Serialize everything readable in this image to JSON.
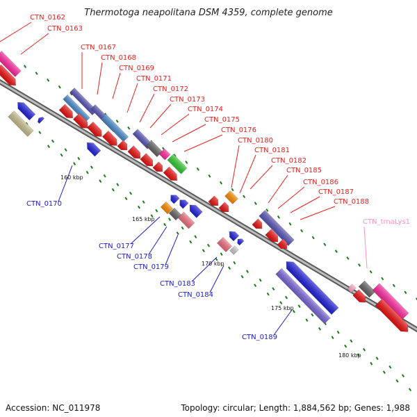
{
  "title": "Thermotoga neapolitana DSM 4359, complete genome",
  "footer": {
    "accession": "Accession: NC_011978",
    "summary": "Topology: circular; Length: 1,884,562 bp; Genes: 1,988"
  },
  "scale_labels": [
    "160 kbp",
    "165 kbp",
    "170 kbp",
    "175 kbp",
    "180 kbp"
  ],
  "genes_upper": [
    "CTN_0162",
    "CTN_0163",
    "CTN_0167",
    "CTN_0168",
    "CTN_0169",
    "CTN_0171",
    "CTN_0172",
    "CTN_0173",
    "CTN_0174",
    "CTN_0175",
    "CTN_0176",
    "CTN_0180",
    "CTN_0181",
    "CTN_0182",
    "CTN_0185",
    "CTN_0186",
    "CTN_0187",
    "CTN_0188",
    "CTN_trnaLys1"
  ],
  "genes_lower": [
    "CTN_0170",
    "CTN_0177",
    "CTN_0178",
    "CTN_0179",
    "CTN_0183",
    "CTN_0184",
    "CTN_0189"
  ],
  "colors": {
    "forward_label": "#e8201c",
    "reverse_label": "#1a1ad0",
    "trna_label": "#ff8fc0",
    "backbone": "#8a8a8a",
    "tick": "#1a7a1a"
  }
}
